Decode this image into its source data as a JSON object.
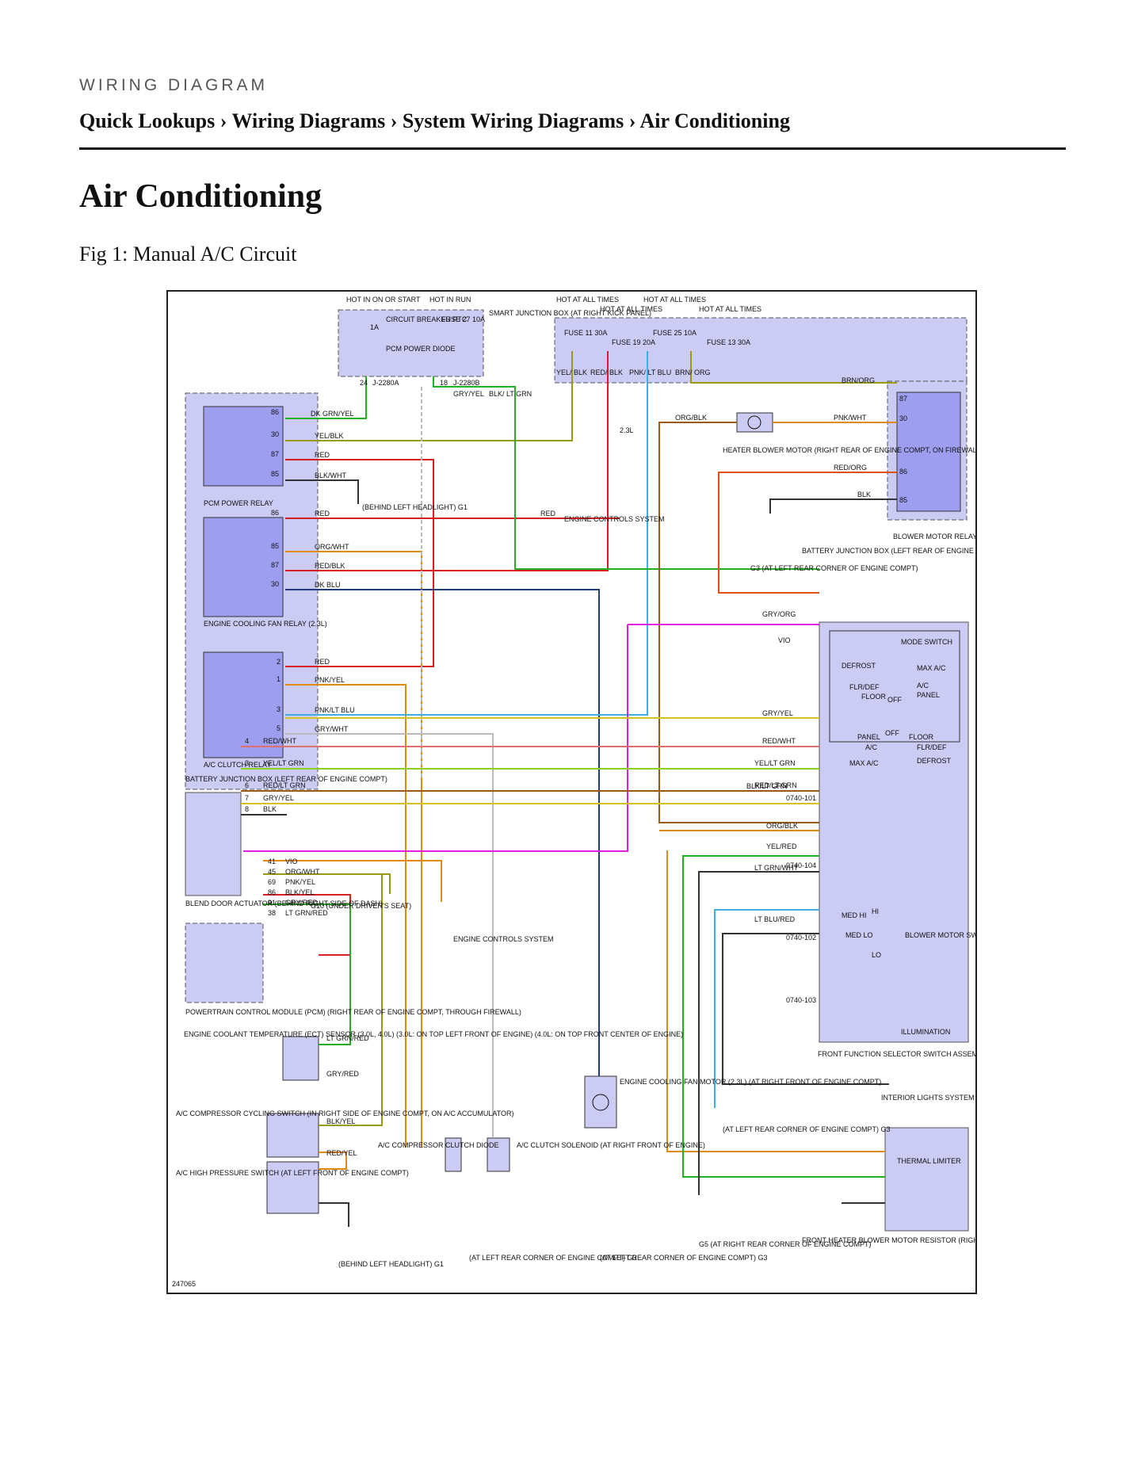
{
  "header": {
    "label": "WIRING DIAGRAM",
    "breadcrumb": [
      "Quick Lookups",
      "Wiring Diagrams",
      "System Wiring Diagrams",
      "Air Conditioning"
    ],
    "separator": "›"
  },
  "page": {
    "title": "Air Conditioning",
    "figure_caption": "Fig 1: Manual A/C Circuit"
  },
  "diagram": {
    "figure_number": "247065",
    "colors": {
      "box_fill": "#cbcbf4",
      "relay_fill": "#9e9ef0",
      "wire_red": "#d42020",
      "wire_yellow_green": "#9a9a10",
      "wire_orange": "#e08a10",
      "wire_blue": "#223a8a",
      "wire_light_blue": "#40b0e0",
      "wire_violet": "#e020e0",
      "wire_green": "#20b020"
    },
    "power": {
      "feeds": [
        "HOT IN ON OR START",
        "HOT IN RUN",
        "HOT AT ALL TIMES",
        "HOT AT ALL TIMES",
        "HOT AT ALL TIMES",
        "HOT AT ALL TIMES"
      ],
      "smart_junction_box": "SMART JUNCTION BOX (AT RIGHT KICK PANEL)",
      "circuit_breaker": "CIRCUIT BREAKER PTC",
      "cb_rating": "1A",
      "pcm_diode": "PCM POWER DIODE",
      "fuses": [
        {
          "label": "FUSE 27 10A"
        },
        {
          "label": "FUSE 11 30A"
        },
        {
          "label": "FUSE 19 20A"
        },
        {
          "label": "FUSE 25 10A"
        },
        {
          "label": "FUSE 13 30A"
        }
      ],
      "connectors": [
        "24",
        "J-2280A",
        "18",
        "J-2280B"
      ]
    },
    "relays": {
      "pcm_power_relay": "PCM POWER RELAY",
      "engine_cooling_fan_relay": "ENGINE COOLING FAN RELAY (2.3L)",
      "ac_clutch_relay": "A/C CLUTCH RELAY",
      "battery_junction_box_left": "BATTERY JUNCTION BOX (LEFT REAR OF ENGINE COMPT)",
      "blower_motor_relay": "BLOWER MOTOR RELAY",
      "battery_junction_box_right": "BATTERY JUNCTION BOX (LEFT REAR OF ENGINE COMPARTMENT)",
      "pins_pcm": [
        "86",
        "30",
        "87",
        "85"
      ],
      "pins_fan": [
        "86",
        "85",
        "87",
        "30"
      ],
      "pins_clutch": [
        "2",
        "1",
        "3",
        "5"
      ],
      "pins_blower": [
        "87",
        "30",
        "86",
        "85"
      ]
    },
    "wire_labels": {
      "dk_grn_yel": "DK GRN/YEL",
      "yel_blk": "YEL/BLK",
      "red": "RED",
      "blk_wht": "BLK/WHT",
      "org_wht": "ORG/WHT",
      "red_blk": "RED/BLK",
      "dk_blu": "DK BLU",
      "pnk_yel": "PNK/YEL",
      "pnk_lt_blu": "PNK/LT BLU",
      "gry_wht": "GRY/WHT",
      "gry_yel": "GRY/YEL",
      "blk_lt_grn": "BLK/ LT GRN",
      "yel_blk_top": "YEL/ BLK",
      "red_blk_top": "RED/ BLK",
      "pnk_lt_blu_top": "PNK/ LT BLU",
      "brn_org": "BRN/ ORG",
      "brn_org_right": "BRN/ORG",
      "org_blk": "ORG/BLK",
      "pnk_wht": "PNK/WHT",
      "red_org": "RED/ORG",
      "blk": "BLK",
      "gry_org": "GRY/ORG",
      "vio": "VIO",
      "blk_lt_grn_r": "BLK/LT GRN",
      "red_wht": "RED/WHT",
      "yel_lt_grn": "YEL/LT GRN",
      "red_lt_grn": "RED/LT GRN",
      "yel_red": "YEL/RED",
      "lt_grn_wht": "LT GRN/WHT",
      "lt_blu_red": "LT BLU/RED",
      "lt_grn_red": "LT GRN/RED",
      "gry_red": "GRY/RED",
      "blk_yel": "BLK/YEL",
      "red_yel": "RED/YEL",
      "two_three_l": "2.3L"
    },
    "components": {
      "heater_blower_motor": "HEATER BLOWER MOTOR (RIGHT REAR OF ENGINE COMPT, ON FIREWALL)",
      "engine_controls_1": "ENGINE CONTROLS SYSTEM",
      "engine_controls_2": "ENGINE CONTROLS SYSTEM",
      "g1_top": "(BEHIND LEFT HEADLIGHT) G1",
      "g3_top": "G3 (AT LEFT REAR CORNER OF ENGINE COMPT)",
      "blend_door": "BLEND DOOR ACTUATOR (BEHIND RIGHT SIDE OF DASH)",
      "g10": "G10 (UNDER DRIVER'S SEAT)",
      "pcm": "POWERTRAIN CONTROL MODULE (PCM) (RIGHT REAR OF ENGINE COMPT, THROUGH FIREWALL)",
      "ect_sensor": "ENGINE COOLANT TEMPERATURE (ECT) SENSOR (3.0L, 4.0L) (3.0L: ON TOP LEFT FRONT OF ENGINE) (4.0L: ON TOP FRONT CENTER OF ENGINE)",
      "ac_cycling": "A/C COMPRESSOR CYCLING SWITCH (IN RIGHT SIDE OF ENGINE COMPT, ON A/C ACCUMULATOR)",
      "ac_high_pressure": "A/C HIGH PRESSURE SWITCH (AT LEFT FRONT OF ENGINE COMPT)",
      "clutch_diode": "A/C COMPRESSOR CLUTCH DIODE",
      "clutch_solenoid": "A/C CLUTCH SOLENOID (AT RIGHT FRONT OF ENGINE)",
      "fan_motor": "ENGINE COOLING FAN MOTOR (2.3L) (AT RIGHT FRONT OF ENGINE COMPT)",
      "g1_bottom": "(BEHIND LEFT HEADLIGHT) G1",
      "g3_bottom_a": "(AT LEFT REAR CORNER OF ENGINE COMPT) G3",
      "g3_bottom_b": "(AT LEFT REAR CORNER OF ENGINE COMPT) G3",
      "g3_right": "(AT LEFT REAR CORNER OF ENGINE COMPT) G3",
      "g5": "G5 (AT RIGHT REAR CORNER OF ENGINE COMPT)",
      "mode_switch": "MODE SWITCH",
      "blower_motor_switch": "BLOWER MOTOR SWITCH",
      "illumination": "ILLUMINATION",
      "front_function": "FRONT FUNCTION SELECTOR SWITCH ASSEMBLY",
      "interior_lights": "INTERIOR LIGHTS SYSTEM",
      "thermal_limiter": "THERMAL LIMITER",
      "blower_resistor": "FRONT HEATER BLOWER MOTOR RESISTOR (RIGHT REAR OF ENGINE COMPARTMENT, NEAR BLOWER MOTOR)"
    },
    "mode_positions": [
      "DEFROST",
      "MAX A/C",
      "FLR/DEF",
      "FLOOR",
      "OFF",
      "A/C",
      "PANEL",
      "PANEL",
      "OFF",
      "FLOOR",
      "A/C",
      "FLR/DEF",
      "MAX A/C",
      "DEFROST"
    ],
    "blower_positions": [
      "MED HI",
      "HI",
      "MED LO",
      "LO"
    ],
    "connector_ids": [
      "0740-101",
      "0740-104",
      "0740-102",
      "0740-103"
    ],
    "pcm_pins": [
      "41",
      "45",
      "69",
      "86",
      "91",
      "38"
    ],
    "pcm_wires": [
      "VIO",
      "ORG/WHT",
      "PNK/YEL",
      "BLK/YEL",
      "GRY/RED",
      "LT GRN/RED"
    ],
    "blend_pins": [
      "7",
      "4",
      "3",
      "6",
      "8"
    ],
    "blend_wires": [
      "GRY/YEL",
      "RED/WHT",
      "YEL/LT GRN",
      "RED/LT GRN",
      "BLK"
    ]
  }
}
